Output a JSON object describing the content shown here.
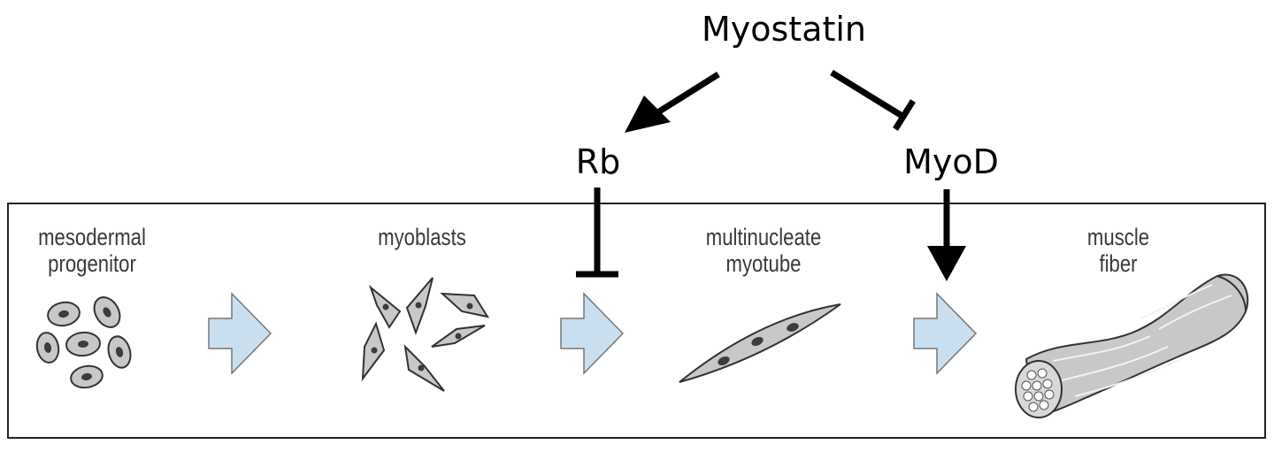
{
  "regulators": {
    "myostatin": "Myostatin",
    "rb": "Rb",
    "myod": "MyoD"
  },
  "stages": [
    {
      "lines": [
        "mesodermal",
        "progenitor"
      ]
    },
    {
      "lines": [
        "myoblasts"
      ]
    },
    {
      "lines": [
        "multinucleate",
        "myotube"
      ]
    },
    {
      "lines": [
        "muscle",
        "fiber"
      ]
    }
  ],
  "colors": {
    "progression_arrow_fill": "#c9dff0",
    "cell_fill": "#c8c8c8",
    "nucleus_fill": "#3c3c3c",
    "ink": "#000000"
  },
  "edges": [
    {
      "from": "Myostatin",
      "to": "Rb",
      "type": "activates"
    },
    {
      "from": "Myostatin",
      "to": "MyoD",
      "type": "inhibits"
    },
    {
      "from": "Rb",
      "to": "myoblasts -> multinucleate myotube",
      "type": "inhibits"
    },
    {
      "from": "MyoD",
      "to": "multinucleate myotube -> muscle fiber",
      "type": "activates"
    }
  ]
}
